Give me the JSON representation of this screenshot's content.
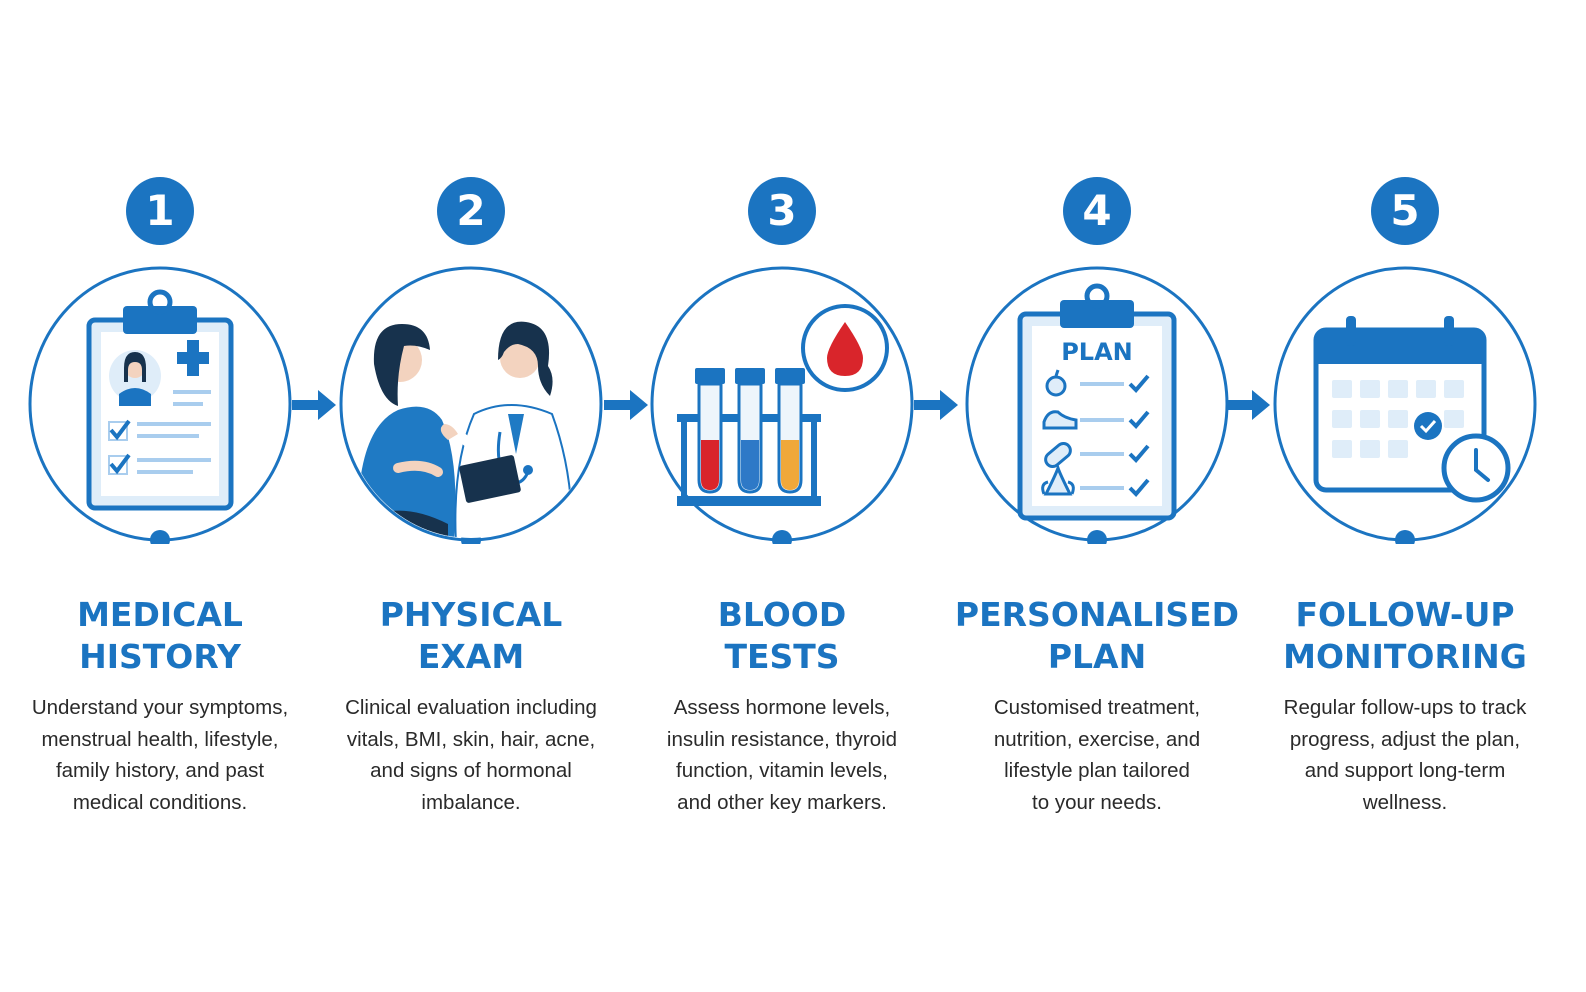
{
  "colors": {
    "primary": "#1b74c1",
    "light": "#dfedf9",
    "mid": "#a9cdee",
    "text": "#2a2a2a",
    "red": "#d9252b",
    "blue_tube": "#2e79c7",
    "yellow_tube": "#f0a83a"
  },
  "steps": [
    {
      "number": "1",
      "title": [
        "MEDICAL",
        "HISTORY"
      ],
      "description": [
        "Understand your symptoms,",
        "menstrual health, lifestyle,",
        "family history, and past",
        "medical conditions."
      ],
      "icon": "clipboard-profile-icon"
    },
    {
      "number": "2",
      "title": [
        "PHYSICAL",
        "EXAM"
      ],
      "description": [
        "Clinical evaluation including",
        "vitals, BMI, skin, hair, acne,",
        "and signs of hormonal",
        "imbalance."
      ],
      "icon": "doctor-patient-icon"
    },
    {
      "number": "3",
      "title": [
        "BLOOD",
        "TESTS"
      ],
      "description": [
        "Assess hormone levels,",
        "insulin resistance, thyroid",
        "function, vitamin levels,",
        "and other key markers."
      ],
      "icon": "test-tubes-icon"
    },
    {
      "number": "4",
      "title": [
        "PERSONALISED",
        "PLAN"
      ],
      "description": [
        "Customised treatment,",
        "nutrition, exercise, and",
        "lifestyle plan tailored",
        "to your needs."
      ],
      "icon": "plan-clipboard-icon",
      "plan_label": "PLAN"
    },
    {
      "number": "5",
      "title": [
        "FOLLOW-UP",
        "MONITORING"
      ],
      "description": [
        "Regular follow-ups to track",
        "progress, adjust the plan,",
        "and support long-term",
        "wellness."
      ],
      "icon": "calendar-clock-icon"
    }
  ]
}
